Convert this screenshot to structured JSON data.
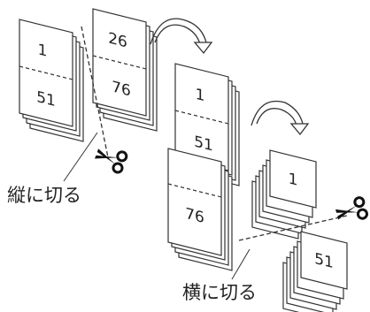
{
  "stacks": {
    "a_top": "1",
    "a_bottom": "51",
    "b_top": "26",
    "b_bottom": "76",
    "c_top": "1",
    "c_bottom": "51",
    "d_bottom": "76",
    "e_single": "1",
    "f_single": "51"
  },
  "labels": {
    "vertical_cut": "縦に切る",
    "horizontal_cut": "横に切る"
  },
  "icons": [
    "scissors-icon",
    "curved-arrow-icon"
  ]
}
